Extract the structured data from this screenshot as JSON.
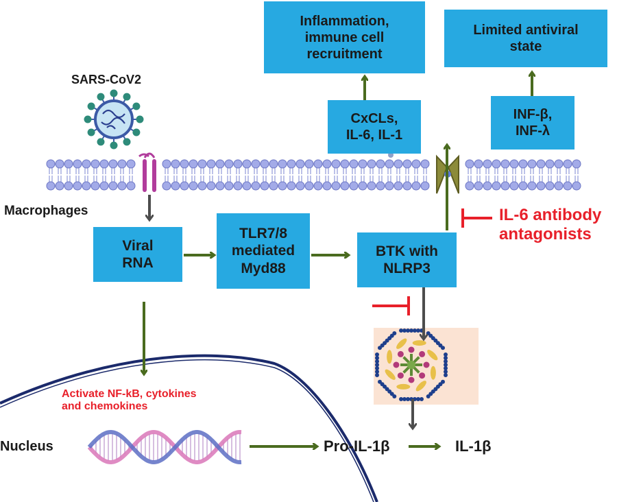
{
  "labels": {
    "virus": "SARS-CoV2",
    "macrophages": "Macrophages",
    "nucleus": "Nucleus",
    "nfkb": "Activate NF-kB, cytokines\nand chemokines",
    "il6_antagonist": "IL-6 antibody\nantagonists",
    "pro_il1b": "Pro-IL-1β",
    "il1b": "IL-1β"
  },
  "boxes": {
    "viral_rna": "Viral\nRNA",
    "tlr": "TLR7/8\nmediated\nMyd88",
    "btk": "BTK with\nNLRP3",
    "cxcl": "CxCLs,\nIL-6, IL-1",
    "inflammation": "Inflammation,\nimmune cell\nrecruitment",
    "inf": "INF-β,\nINF-λ",
    "antiviral": "Limited antiviral\nstate"
  },
  "colors": {
    "box": "#27a9e1",
    "activation_arrow": "#4a6b1f",
    "transport_arrow": "#4d4d4d",
    "inhibitor": "#e8202a",
    "membrane": "#9fa8e6",
    "nucleus_line": "#1b2a6b"
  }
}
